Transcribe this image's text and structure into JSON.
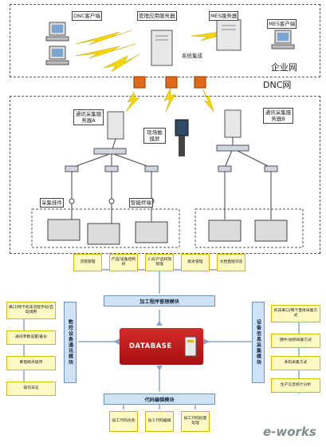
{
  "top": {
    "dnc_client": "DNC客户端",
    "app_server": "管理应用服务器",
    "mes_server": "MES服务器",
    "mes_client": "MES客户端",
    "integration": "系统集成",
    "enterprise_net": "企业网",
    "dnc_net": "DNC网"
  },
  "dnc": {
    "server_a": "通讯采集服务器A",
    "server_b": "通讯采集服务器B",
    "kiosk": "现场触摸屏",
    "collector": "采集挂件",
    "smart_terminal": "智能终端"
  },
  "modules": {
    "top_items": [
      "流程管理",
      "产品/设备结构树",
      "人员/产品权限管理",
      "版本管理",
      "文档直接浏览"
    ],
    "program_mgmt": "加工程序管理模块",
    "left_module": "数控设备通讯模块",
    "left_items": [
      "串口/网卡机床流程手动/自动调用",
      "通讯参数设置/备份",
      "断电断点续传",
      "操作日志"
    ],
    "right_module": "设备信息采集模块",
    "right_items": [
      "机床串口/网卡直接采集方式",
      "硬件/视频采集方式",
      "条码采集方式",
      "生产信息统计分析"
    ],
    "database": "DATABASE",
    "code_edit": "代码编辑模块",
    "bottom_items": [
      "加工代码仿真",
      "加工代码编辑",
      "加工代码批量处理"
    ]
  },
  "watermark": "e-works",
  "colors": {
    "lightning": "#f5d60a",
    "firewall": "#e06a1a",
    "database": "#c01a1a",
    "module_blue": "#cfe3f4",
    "item_yellow": "#fff9c4"
  }
}
